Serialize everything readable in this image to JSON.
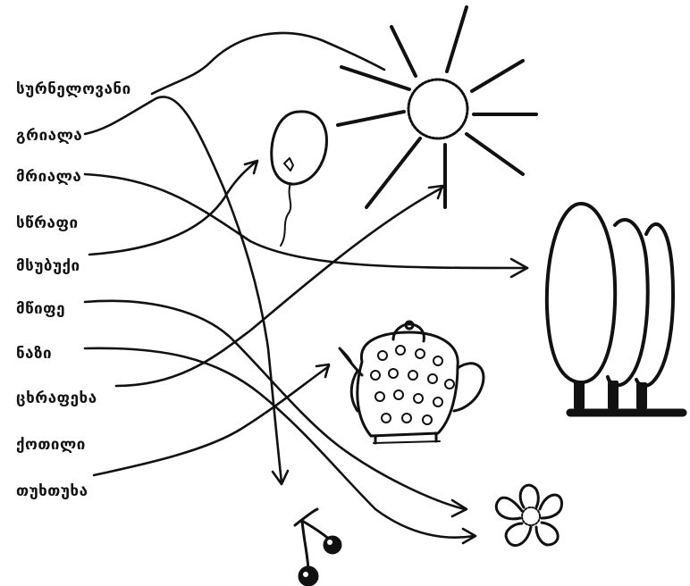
{
  "words": [
    {
      "id": "w1",
      "text": "სურნელოვანი"
    },
    {
      "id": "w2",
      "text": "გრიალა"
    },
    {
      "id": "w3",
      "text": "მრიალა"
    },
    {
      "id": "w4",
      "text": "სწრაფი"
    },
    {
      "id": "w5",
      "text": "მსუბუქი"
    },
    {
      "id": "w6",
      "text": "მწიფე"
    },
    {
      "id": "w7",
      "text": "ნაზი"
    },
    {
      "id": "w8",
      "text": "ცხრაფეხა"
    },
    {
      "id": "w9",
      "text": "ქოთილი"
    },
    {
      "id": "w10",
      "text": "თუხთუხა"
    }
  ],
  "pictures": [
    "sun",
    "balloon",
    "trees",
    "teapot",
    "flower",
    "cherries"
  ],
  "colors": {
    "ink": "#111111",
    "background": "#ffffff"
  }
}
